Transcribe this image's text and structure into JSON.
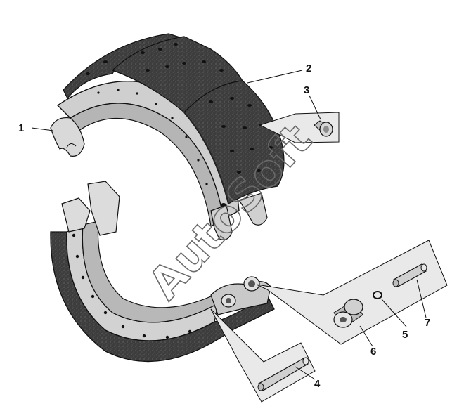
{
  "diagram": {
    "callouts": [
      {
        "id": "1",
        "label": "1"
      },
      {
        "id": "2",
        "label": "2"
      },
      {
        "id": "3",
        "label": "3"
      },
      {
        "id": "4",
        "label": "4"
      },
      {
        "id": "5",
        "label": "5"
      },
      {
        "id": "6",
        "label": "6"
      },
      {
        "id": "7",
        "label": "7"
      }
    ]
  },
  "watermark": {
    "text": "AutoSoft"
  },
  "colors": {
    "lining": "#3d3d3d",
    "metal_light": "#e2e2e2",
    "metal_mid": "#bdbdbd",
    "metal_dark": "#8c8c8c",
    "inset_panel": "#e9e9e9",
    "line": "#111111"
  }
}
